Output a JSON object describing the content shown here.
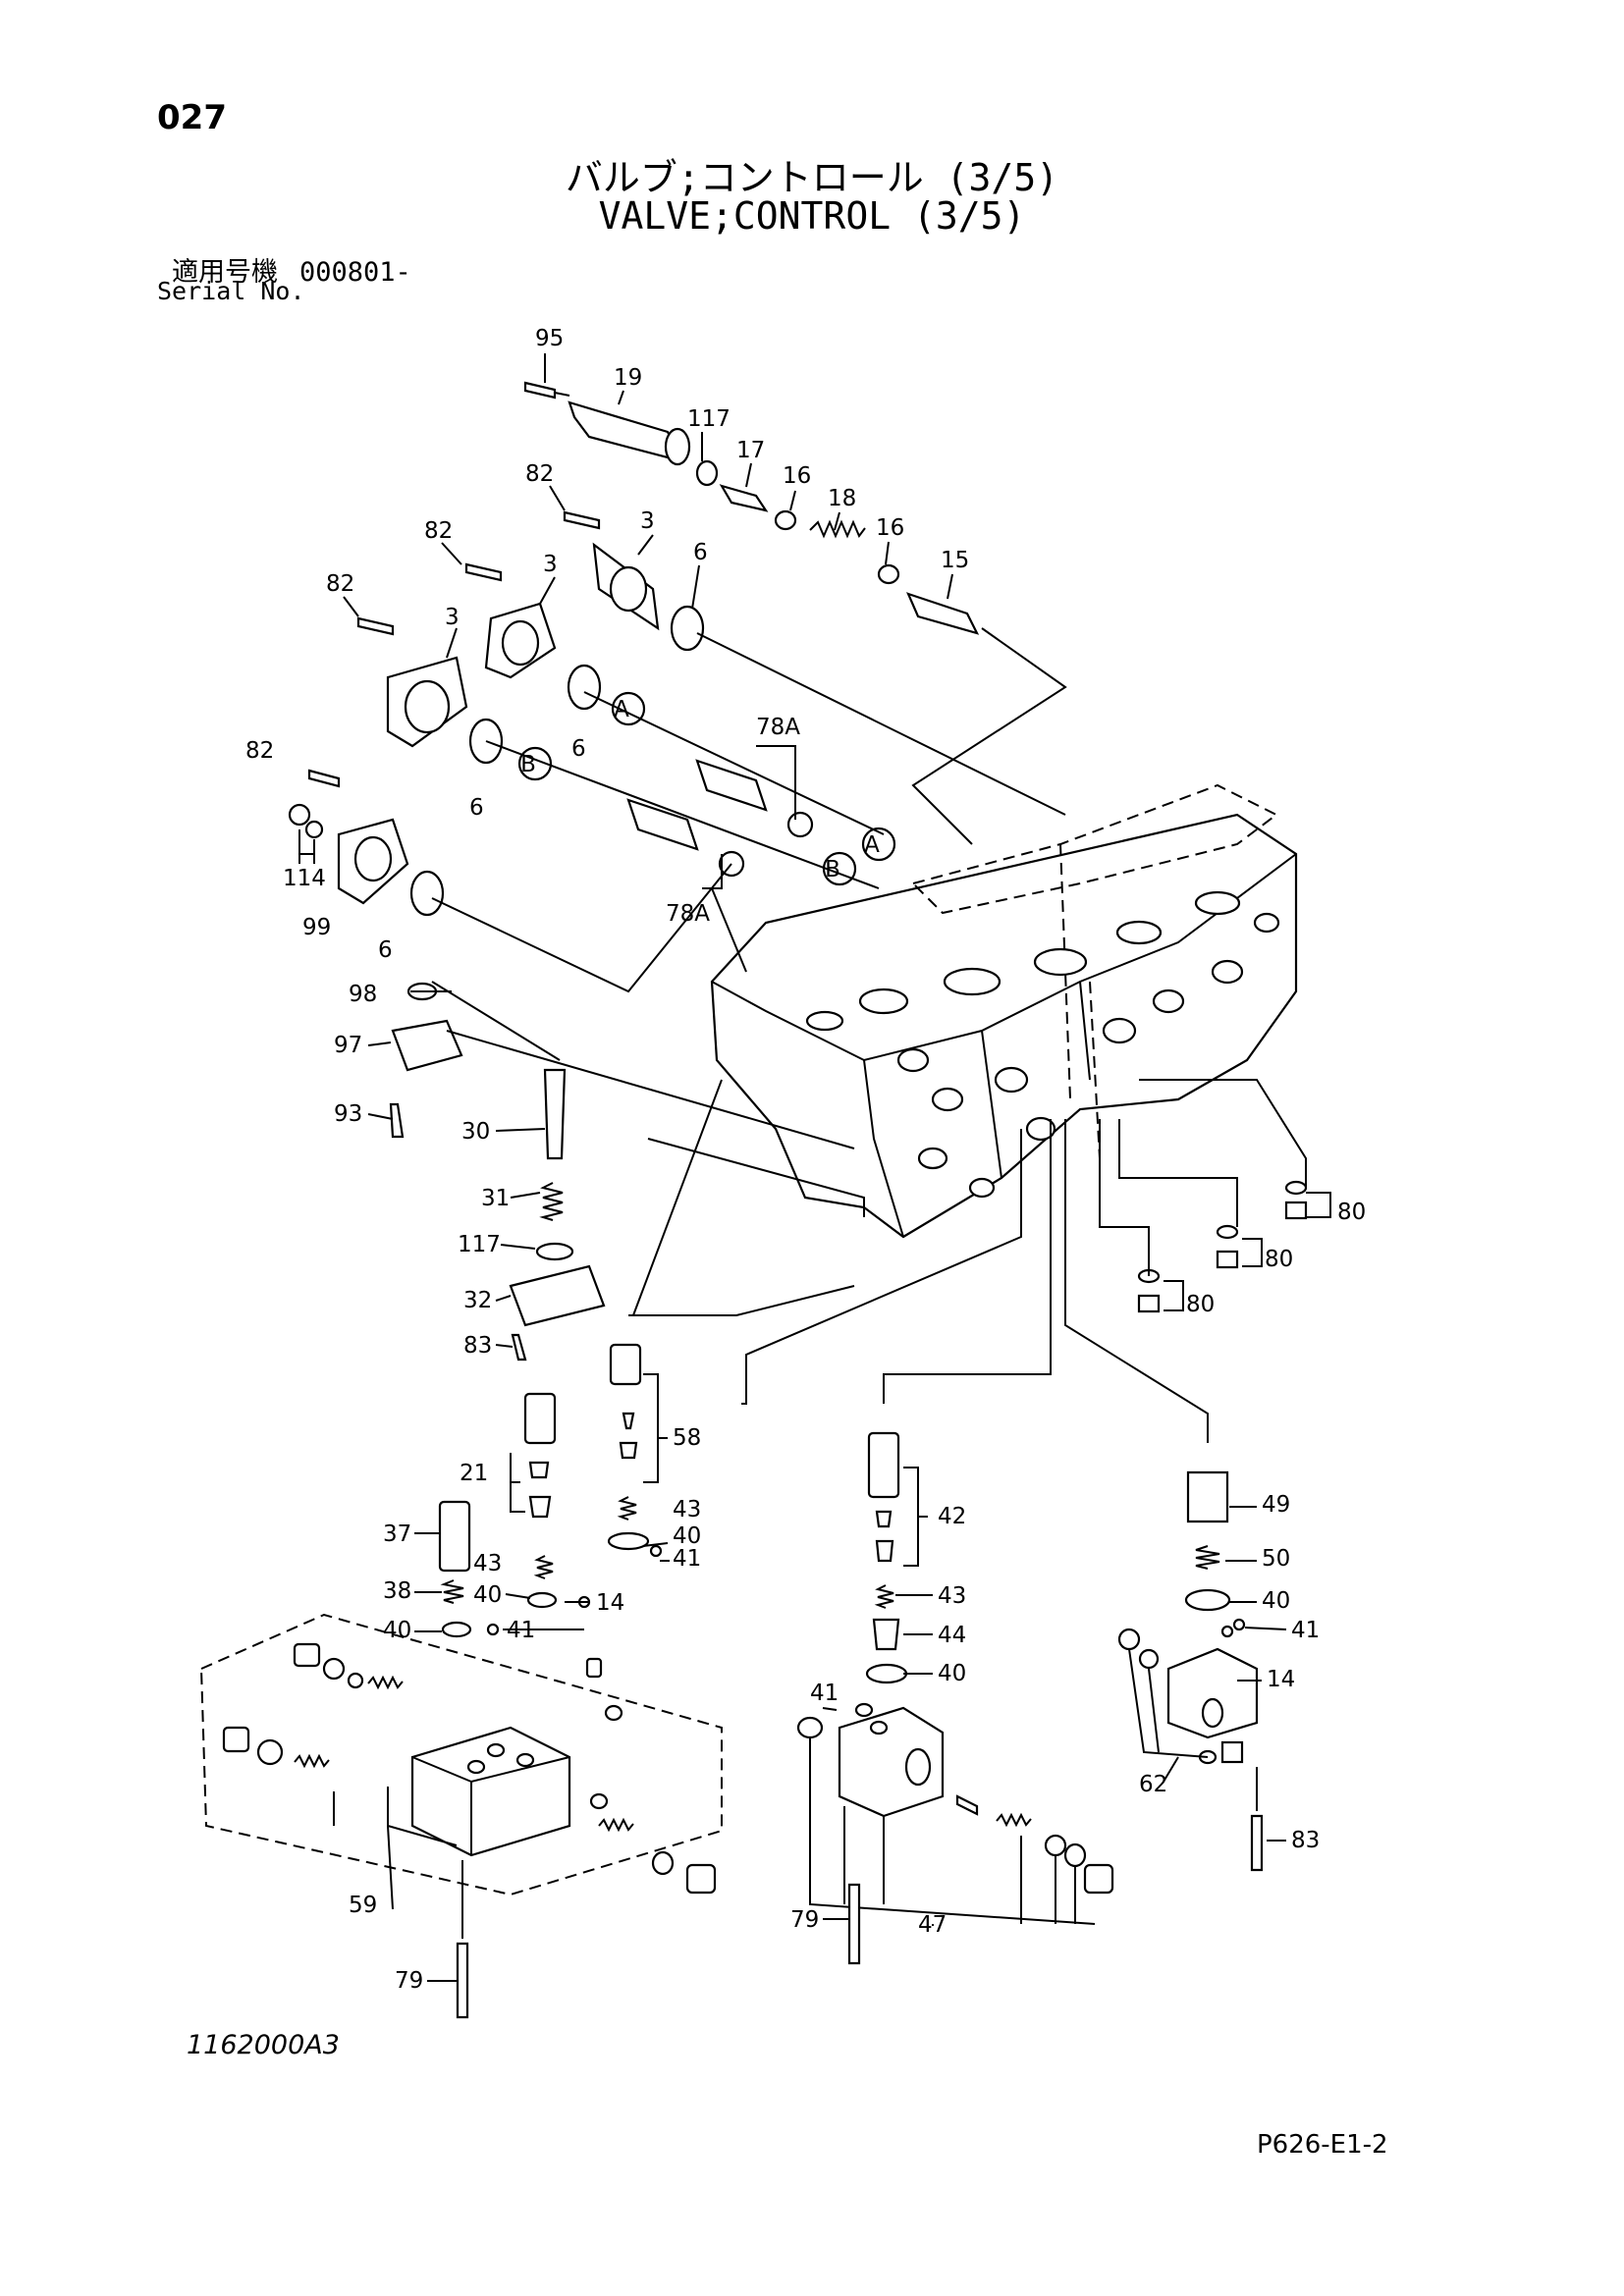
{
  "page_number": "027",
  "title_jp": "バルブ;コントロール (3/5)",
  "title_en": "VALVE;CONTROL (3/5)",
  "serial_label_jp": "適用号機",
  "serial_value": "000801-",
  "serial_label_en": "Serial No.",
  "figure_code": "1162000A3",
  "page_code": "P626-E1-2",
  "callouts": {
    "c95": "95",
    "c19": "19",
    "c117a": "117",
    "c17": "17",
    "c16a": "16",
    "c18": "18",
    "c16b": "16",
    "c15": "15",
    "c82a": "82",
    "c3a": "3",
    "c82b": "82",
    "c3b": "3",
    "c82c": "82",
    "c3c": "3",
    "c6a": "6",
    "cA1": "A",
    "c6b": "6",
    "cB1": "B",
    "c6c": "6",
    "c78Aa": "78A",
    "cA2": "A",
    "cB2": "B",
    "c78Ab": "78A",
    "c82d": "82",
    "c114": "114",
    "c99": "99",
    "c6d": "6",
    "c98": "98",
    "c97": "97",
    "c93": "93",
    "c30": "30",
    "c31": "31",
    "c117b": "117",
    "c32": "32",
    "c83a": "83",
    "c80a": "80",
    "c80b": "80",
    "c80c": "80",
    "c58": "58",
    "c21": "21",
    "c37": "37",
    "c43a": "43",
    "c40a": "40",
    "c41a": "41",
    "c43b": "43",
    "c40b": "40",
    "c14a": "14",
    "c38": "38",
    "c40c": "40",
    "c41b": "41",
    "c59": "59",
    "c79a": "79",
    "c42": "42",
    "c43c": "43",
    "c44": "44",
    "c40d": "40",
    "c41c": "41",
    "c79b": "79",
    "c47": "47",
    "c49": "49",
    "c50": "50",
    "c40e": "40",
    "c41d": "41",
    "c14b": "14",
    "c62": "62",
    "c83b": "83"
  }
}
